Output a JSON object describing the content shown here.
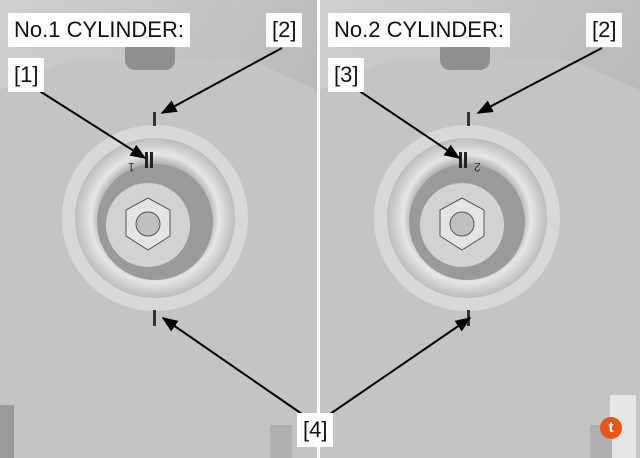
{
  "panels": [
    {
      "title": "No.1 CYLINDER:",
      "callout_top": "[2]",
      "callout_mark": "[1]",
      "engraving": "1"
    },
    {
      "title": "No.2 CYLINDER:",
      "callout_top": "[2]",
      "callout_mark": "[3]",
      "engraving": "2"
    }
  ],
  "shared_callout": "[4]",
  "badge": {
    "icon": "t-logo-icon",
    "text": "t",
    "color": "#e8541a"
  }
}
